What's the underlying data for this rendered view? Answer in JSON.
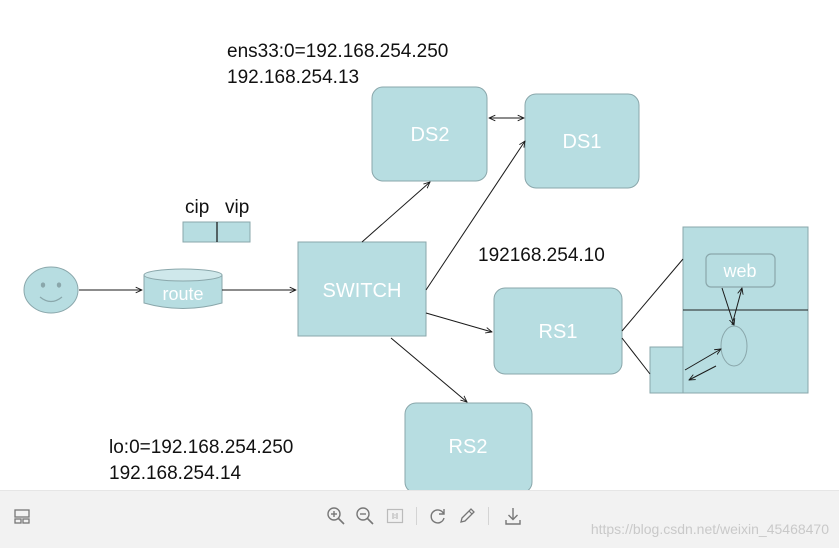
{
  "diagram": {
    "ds_note": {
      "line1": "ens33:0=192.168.254.250",
      "line2": "192.168.254.13"
    },
    "rs_note": {
      "line1": "lo:0=192.168.254.250",
      "line2": "192.168.254.14"
    },
    "rs1_ip": "192168.254.10",
    "nodes": {
      "ds2": "DS2",
      "ds1": "DS1",
      "switch": "SWITCH",
      "rs1": "RS1",
      "rs2": "RS2",
      "route": "route",
      "web": "web"
    },
    "packet": {
      "cip": "cip",
      "vip": "vip"
    }
  },
  "colors": {
    "fill": "#b7dde1",
    "stroke": "#8aa7ab",
    "text_light": "#ffffff",
    "text_dark": "#111111",
    "arrow": "#1a1a1a"
  },
  "toolbar": {
    "icons": [
      "layout-icon",
      "zoom-in-icon",
      "zoom-out-icon",
      "actual-size-icon",
      "rotate-icon",
      "edit-icon",
      "download-icon"
    ],
    "watermark": "https://blog.csdn.net/weixin_45468470"
  }
}
